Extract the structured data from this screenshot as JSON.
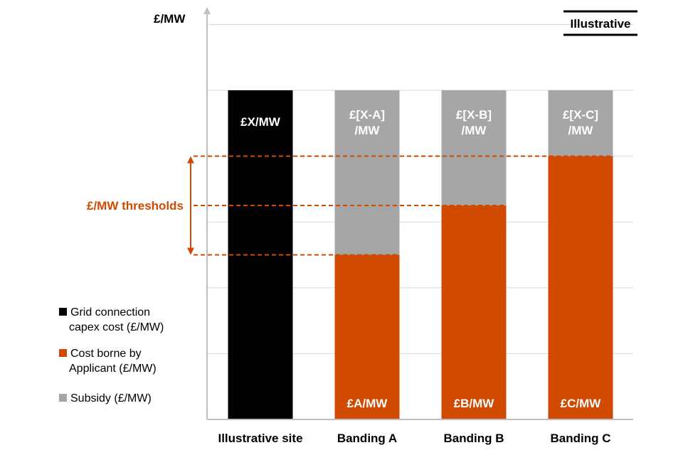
{
  "chart_data": {
    "type": "bar",
    "stacked": true,
    "title": "",
    "ylabel": "£/MW",
    "tag": "Illustrative",
    "ylim": [
      0,
      6
    ],
    "grid": true,
    "categories": [
      "Illustrative site",
      "Banding A",
      "Banding B",
      "Banding C"
    ],
    "series": [
      {
        "key": "grid",
        "name": "Grid connection capex cost (£/MW)",
        "color": "#000000",
        "values": [
          5,
          0,
          0,
          0
        ],
        "labels": [
          "£X/MW",
          "",
          "",
          ""
        ]
      },
      {
        "key": "applicant",
        "name": "Cost borne by Applicant (£/MW)",
        "color": "#d04a02",
        "values": [
          0,
          2.5,
          3.25,
          4
        ],
        "labels": [
          "",
          "£A/MW",
          "£B/MW",
          "£C/MW"
        ]
      },
      {
        "key": "subsidy",
        "name": "Subsidy (£/MW)",
        "color": "#a6a6a6",
        "values": [
          0,
          2.5,
          1.75,
          1
        ],
        "labels": [
          "",
          "£[X-A]\n/MW",
          "£[X-B]\n/MW",
          "£[X-C]\n/MW"
        ]
      }
    ],
    "thresholds": {
      "label": "£/MW thresholds",
      "values": [
        2.5,
        3.25,
        4
      ]
    },
    "legend": {
      "position": "left",
      "items": [
        {
          "color": "#000000",
          "label_lines": [
            "Grid connection",
            "capex cost (£/MW)"
          ]
        },
        {
          "color": "#d04a02",
          "label_lines": [
            "Cost borne by",
            "Applicant (£/MW)"
          ]
        },
        {
          "color": "#a6a6a6",
          "label_lines": [
            "Subsidy (£/MW)"
          ]
        }
      ]
    }
  }
}
